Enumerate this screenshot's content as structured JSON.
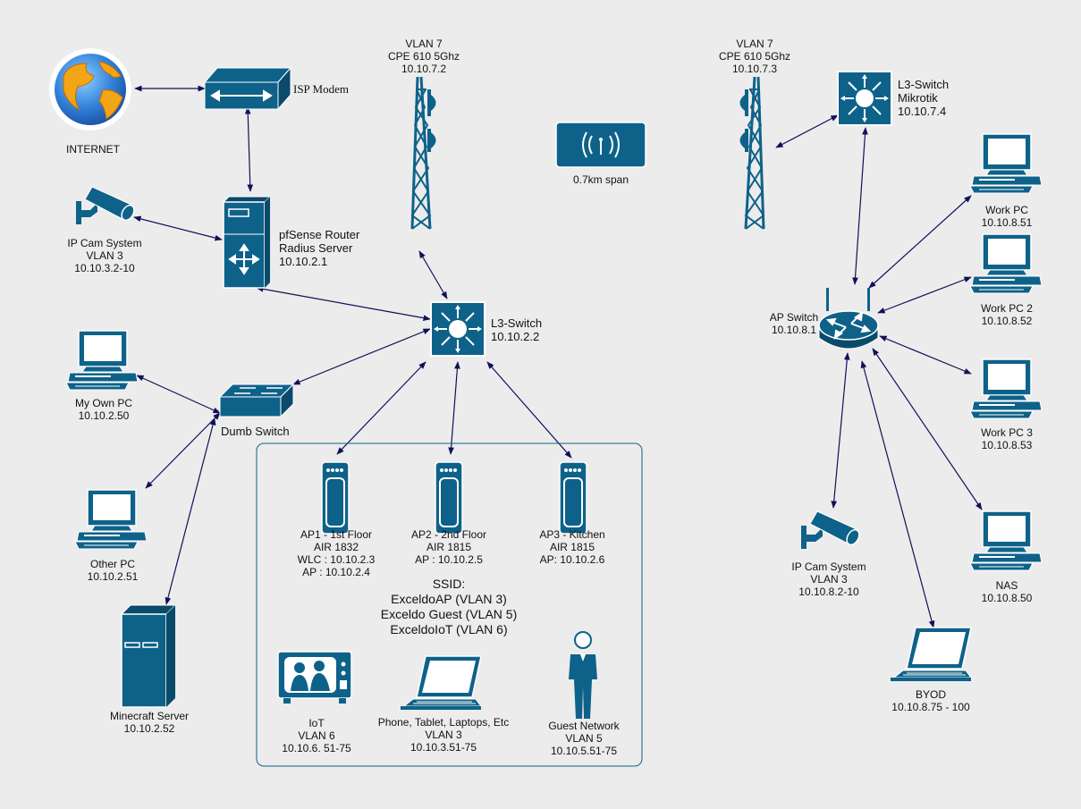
{
  "colors": {
    "device": "#0e6289",
    "device_dark": "#0a4a6a",
    "link": "#10105a",
    "background": "#ececec"
  },
  "nodes": {
    "internet": {
      "label": "INTERNET",
      "icon": "globe-icon"
    },
    "isp_modem": {
      "label": "ISP Modem",
      "icon": "modem-icon"
    },
    "pfsense": {
      "label": "pfSense Router\nRadius Server\n10.10.2.1",
      "icon": "router-server-icon"
    },
    "ipcam_left": {
      "label": "IP Cam System\nVLAN 3\n10.10.3.2-10",
      "icon": "camera-icon"
    },
    "tower_left": {
      "label": "VLAN 7\nCPE 610 5Ghz\n10.10.7.2",
      "icon": "tower-icon"
    },
    "tower_right": {
      "label": "VLAN 7\nCPE 610 5Ghz\n10.10.7.3",
      "icon": "tower-icon"
    },
    "span": {
      "label": "0.7km span",
      "icon": "wireless-icon"
    },
    "l3_mikrotik": {
      "label": "L3-Switch\nMikrotik\n10.10.7.4",
      "icon": "l3-switch-icon"
    },
    "l3_main": {
      "label": "L3-Switch\n10.10.2.2",
      "icon": "l3-switch-icon"
    },
    "my_pc": {
      "label": "My Own PC\n10.10.2.50",
      "icon": "pc-icon"
    },
    "dumb_switch": {
      "label": "Dumb Switch",
      "icon": "switch-icon"
    },
    "other_pc": {
      "label": "Other PC\n10.10.2.51",
      "icon": "pc-icon"
    },
    "minecraft": {
      "label": "Minecraft Server\n10.10.2.52",
      "icon": "server-icon"
    },
    "ap1": {
      "label": "AP1 - 1st Floor\nAIR 1832\nWLC : 10.10.2.3\nAP : 10.10.2.4",
      "icon": "access-point-icon"
    },
    "ap2": {
      "label": "AP2 - 2nd Floor\nAIR 1815\nAP : 10.10.2.5",
      "icon": "access-point-icon"
    },
    "ap3": {
      "label": "AP3 - Kitchen\nAIR 1815\nAP: 10.10.2.6",
      "icon": "access-point-icon"
    },
    "ssid": {
      "label": "SSID:\nExceldoAP (VLAN 3)\nExceldo Guest (VLAN 5)\nExceldoIoT (VLAN 6)"
    },
    "iot": {
      "label": "IoT\nVLAN 6\n10.10.6. 51-75",
      "icon": "tv-icon"
    },
    "phone": {
      "label": "Phone, Tablet, Laptops, Etc\nVLAN 3\n10.10.3.51-75",
      "icon": "laptop-icon"
    },
    "guest": {
      "label": "Guest Network\nVLAN 5\n10.10.5.51-75",
      "icon": "person-icon"
    },
    "ap_switch": {
      "label": "AP Switch\n10.10.8.1",
      "icon": "wireless-router-icon"
    },
    "work_pc": {
      "label": "Work PC\n10.10.8.51",
      "icon": "pc-icon"
    },
    "work_pc2": {
      "label": "Work PC 2\n10.10.8.52",
      "icon": "pc-icon"
    },
    "work_pc3": {
      "label": "Work PC 3\n10.10.8.53",
      "icon": "pc-icon"
    },
    "nas": {
      "label": "NAS\n10.10.8.50",
      "icon": "pc-icon"
    },
    "ipcam_right": {
      "label": "IP Cam System\nVLAN 3\n10.10.8.2-10",
      "icon": "camera-icon"
    },
    "byod": {
      "label": "BYOD\n10.10.8.75 - 100",
      "icon": "laptop-icon"
    }
  },
  "links": [
    [
      "internet",
      "isp_modem"
    ],
    [
      "isp_modem",
      "pfsense"
    ],
    [
      "ipcam_left",
      "pfsense"
    ],
    [
      "pfsense",
      "l3_main"
    ],
    [
      "tower_left",
      "l3_main"
    ],
    [
      "tower_right",
      "l3_mikrotik"
    ],
    [
      "l3_mikrotik",
      "ap_switch"
    ],
    [
      "l3_main",
      "dumb_switch"
    ],
    [
      "dumb_switch",
      "my_pc"
    ],
    [
      "dumb_switch",
      "other_pc"
    ],
    [
      "dumb_switch",
      "minecraft"
    ],
    [
      "l3_main",
      "ap1"
    ],
    [
      "l3_main",
      "ap2"
    ],
    [
      "l3_main",
      "ap3"
    ],
    [
      "ap_switch",
      "work_pc"
    ],
    [
      "ap_switch",
      "work_pc2"
    ],
    [
      "ap_switch",
      "work_pc3"
    ],
    [
      "ap_switch",
      "nas"
    ],
    [
      "ap_switch",
      "ipcam_right"
    ],
    [
      "ap_switch",
      "byod"
    ]
  ]
}
